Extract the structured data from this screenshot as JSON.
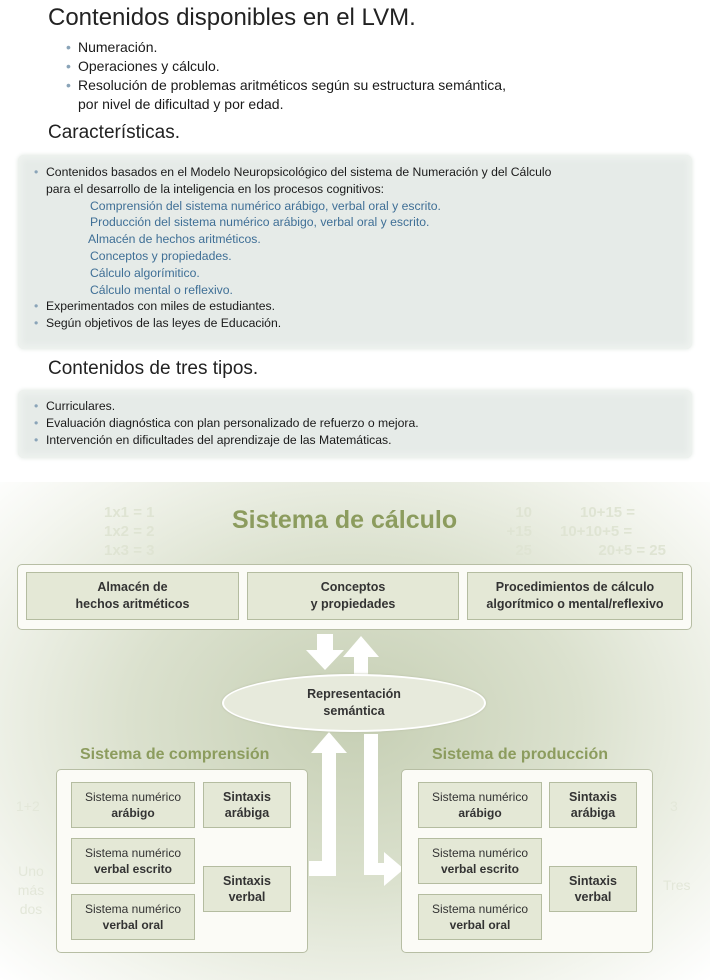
{
  "lvm": {
    "title": "Contenidos disponibles en el LVM.",
    "items": [
      "Numeración.",
      "Operaciones y cálculo.",
      "Resolución de problemas aritméticos según su estructura semántica,"
    ],
    "item3_cont": "por nivel de dificultad y por edad."
  },
  "caracteristicas": {
    "title": "Características.",
    "intro_1": "Contenidos basados en el Modelo Neuropsicológico del sistema de Numeración y del Cálculo",
    "intro_2": "para el desarrollo de la inteligencia en los procesos cognitivos:",
    "subitems": [
      "Comprensión del sistema numérico arábigo, verbal oral y escrito.",
      "Producción del sistema numérico arábigo, verbal oral y escrito.",
      "Almacén de hechos aritméticos.",
      "Conceptos y propiedades.",
      "Cálculo algorímitico.",
      "Cálculo mental o reflexivo."
    ],
    "more": [
      "Experimentados con miles de estudiantes.",
      "Según objetivos de las leyes de Educación."
    ]
  },
  "tipos": {
    "title": "Contenidos de tres tipos.",
    "items": [
      "Curriculares.",
      "Evaluación diagnóstica con plan personalizado de refuerzo o mejora.",
      "Intervención en dificultades del aprendizaje de las Matemáticas."
    ]
  },
  "diagram": {
    "calc_title": "Sistema de cálculo",
    "facts": [
      "1x1 = 1",
      "1x2 = 2",
      "1x3 = 3"
    ],
    "sum_col": [
      "10",
      "+15",
      "25"
    ],
    "sum_right": [
      "10+15 =",
      "10+10+5 =",
      "20+5 = 25"
    ],
    "calc_boxes": [
      {
        "l1": "Almacén de",
        "l2": "hechos aritméticos"
      },
      {
        "l1": "Conceptos",
        "l2": "y propiedades"
      },
      {
        "l1": "Procedimientos de cálculo",
        "l2": "algorítmico o mental/reflexivo"
      }
    ],
    "representation": {
      "l1": "Representación",
      "l2": "semántica"
    },
    "comprension": {
      "title": "Sistema de comprensión",
      "arabigo": {
        "l1": "Sistema numérico",
        "l2": "arábigo"
      },
      "escrito": {
        "l1": "Sistema numérico",
        "l2": "verbal escrito"
      },
      "oral": {
        "l1": "Sistema numérico",
        "l2": "verbal oral"
      },
      "sint_arab": {
        "l1": "Sintaxis",
        "l2": "arábiga"
      },
      "sint_verb": {
        "l1": "Sintaxis",
        "l2": "verbal"
      }
    },
    "produccion": {
      "title": "Sistema de producción",
      "arabigo": {
        "l1": "Sistema numérico",
        "l2": "arábigo"
      },
      "escrito": {
        "l1": "Sistema numérico",
        "l2": "verbal escrito"
      },
      "oral": {
        "l1": "Sistema numérico",
        "l2": "verbal oral"
      },
      "sint_arab": {
        "l1": "Sintaxis",
        "l2": "arábiga"
      },
      "sint_verb": {
        "l1": "Sintaxis",
        "l2": "verbal"
      }
    },
    "left_faint": {
      "top": "1+2",
      "words": [
        "Uno",
        "más",
        "dos"
      ]
    },
    "right_faint": {
      "top": "3",
      "word": "Tres"
    }
  }
}
